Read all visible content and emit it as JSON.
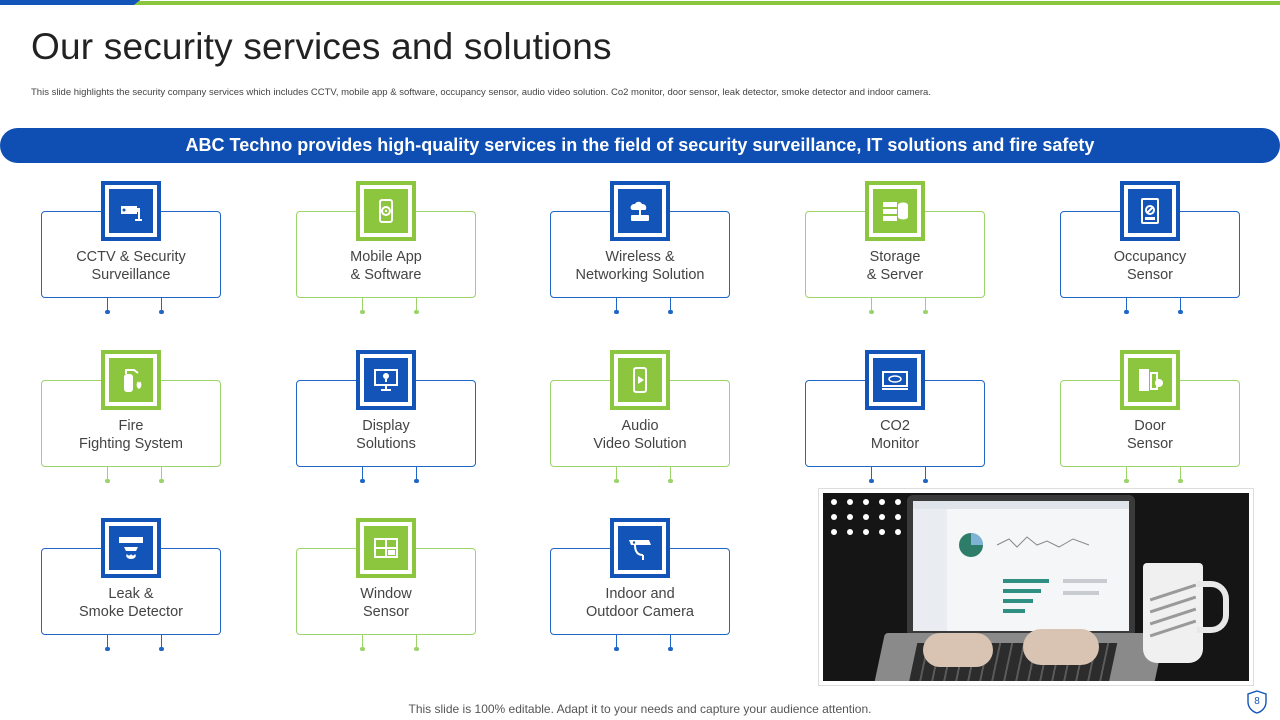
{
  "header": {
    "title": "Our security services and solutions",
    "subtitle": "This slide highlights the security company services which includes CCTV, mobile app & software, occupancy sensor, audio video solution. Co2 monitor,  door sensor, leak detector, smoke detector and indoor camera."
  },
  "banner": {
    "text": "ABC Techno provides high-quality services in the field of security surveillance, IT solutions and fire safety"
  },
  "services": [
    {
      "label": "CCTV & Security\nSurveillance",
      "icon": "cctv-camera-icon",
      "color": "blue"
    },
    {
      "label": "Mobile App\n& Software",
      "icon": "mobile-gear-icon",
      "color": "green"
    },
    {
      "label": "Wireless &\nNetworking Solution",
      "icon": "cloud-router-icon",
      "color": "blue"
    },
    {
      "label": "Storage\n& Server",
      "icon": "server-database-icon",
      "color": "green"
    },
    {
      "label": "Occupancy\nSensor",
      "icon": "sensor-panel-icon",
      "color": "blue"
    },
    {
      "label": "Fire\nFighting System",
      "icon": "fire-extinguisher-icon",
      "color": "green"
    },
    {
      "label": "Display\nSolutions",
      "icon": "display-bulb-icon",
      "color": "blue"
    },
    {
      "label": "Audio\nVideo Solution",
      "icon": "phone-play-icon",
      "color": "green"
    },
    {
      "label": "CO2\nMonitor",
      "icon": "co2-monitor-icon",
      "color": "blue"
    },
    {
      "label": "Door\nSensor",
      "icon": "door-sensor-icon",
      "color": "green"
    },
    {
      "label": "Leak &\nSmoke Detector",
      "icon": "smoke-detector-icon",
      "color": "blue"
    },
    {
      "label": "Window\nSensor",
      "icon": "window-sensor-icon",
      "color": "green"
    },
    {
      "label": "Indoor and\nOutdoor Camera",
      "icon": "indoor-camera-icon",
      "color": "blue"
    }
  ],
  "footer": {
    "text": "This slide is 100% editable. Adapt it to your  needs and capture your audience attention.",
    "page_number": "8"
  },
  "colors": {
    "primary_blue": "#1254b8",
    "accent_green": "#8cc63f"
  }
}
